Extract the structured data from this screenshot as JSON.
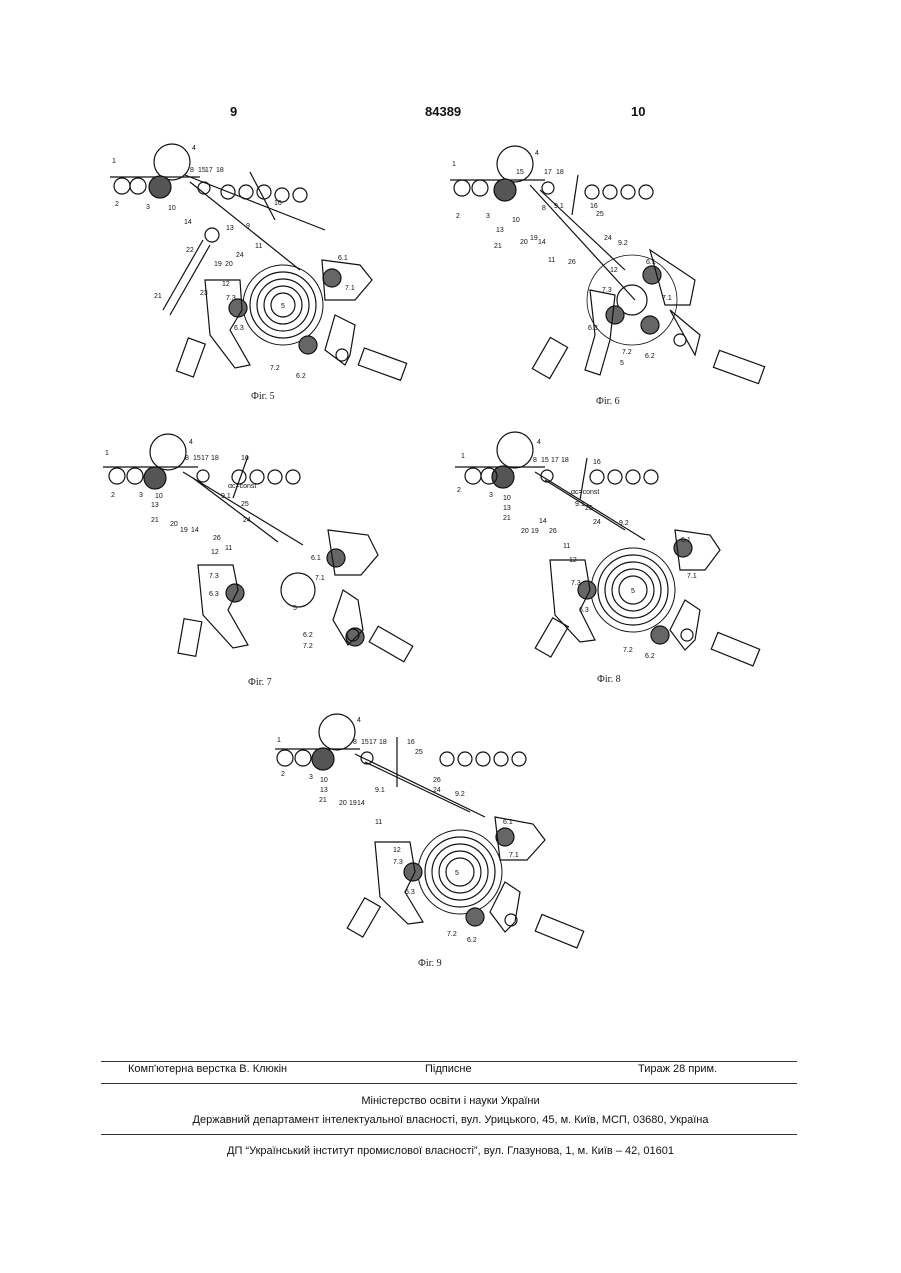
{
  "header": {
    "left_page": "9",
    "patent_number": "84389",
    "right_page": "10"
  },
  "figures": [
    {
      "caption": "Фіг. 5",
      "labels": [
        "1",
        "2",
        "3",
        "4",
        "5",
        "6.1",
        "6.2",
        "6.3",
        "7.1",
        "7.2",
        "7.3",
        "8",
        "9",
        "10",
        "11",
        "12",
        "13",
        "14",
        "15",
        "16",
        "17",
        "18",
        "19",
        "20",
        "21",
        "22",
        "23",
        "24"
      ]
    },
    {
      "caption": "Фіг. 6",
      "labels": [
        "1",
        "2",
        "3",
        "4",
        "5",
        "6.1",
        "6.2",
        "6.3",
        "7.1",
        "7.2",
        "7.3",
        "8",
        "9.1",
        "9.2",
        "10",
        "11",
        "12",
        "13",
        "14",
        "15",
        "16",
        "17",
        "18",
        "19",
        "20",
        "21",
        "24",
        "25",
        "26"
      ]
    },
    {
      "caption": "Фіг. 7",
      "labels": [
        "1",
        "2",
        "3",
        "4",
        "5",
        "6.1",
        "6.2",
        "6.3",
        "7.1",
        "7.2",
        "7.3",
        "8",
        "9.1",
        "10",
        "11",
        "12",
        "13",
        "14",
        "15",
        "16",
        "17",
        "18",
        "19",
        "20",
        "21",
        "24",
        "25",
        "26"
      ],
      "annotation": "αc=const"
    },
    {
      "caption": "Фіг. 8",
      "labels": [
        "1",
        "2",
        "3",
        "4",
        "5",
        "6.1",
        "6.2",
        "6.3",
        "7.1",
        "7.2",
        "7.3",
        "8",
        "9.1",
        "9.2",
        "10",
        "11",
        "12",
        "13",
        "14",
        "15",
        "16",
        "17",
        "18",
        "19",
        "20",
        "21",
        "24",
        "25",
        "26"
      ],
      "annotation": "αc=const"
    },
    {
      "caption": "Фіг. 9",
      "labels": [
        "1",
        "2",
        "3",
        "4",
        "5",
        "6.1",
        "6.2",
        "6.3",
        "7.1",
        "7.2",
        "7.3",
        "8",
        "9.1",
        "9.2",
        "10",
        "11",
        "12",
        "13",
        "14",
        "15",
        "16",
        "17",
        "18",
        "19",
        "20",
        "21",
        "24",
        "25",
        "26"
      ]
    }
  ],
  "footer": {
    "typesetting": "Комп'ютерна верстка В. Клюкін",
    "signed": "Підписне",
    "circulation": "Тираж 28 прим.",
    "ministry": "Міністерство освіти і науки України",
    "department": "Державний департамент інтелектуальної власності, вул. Урицького, 45, м. Київ, МСП, 03680, Україна",
    "institute": "ДП “Український інститут промислової власності”, вул. Глазунова, 1, м. Київ – 42, 01601"
  }
}
